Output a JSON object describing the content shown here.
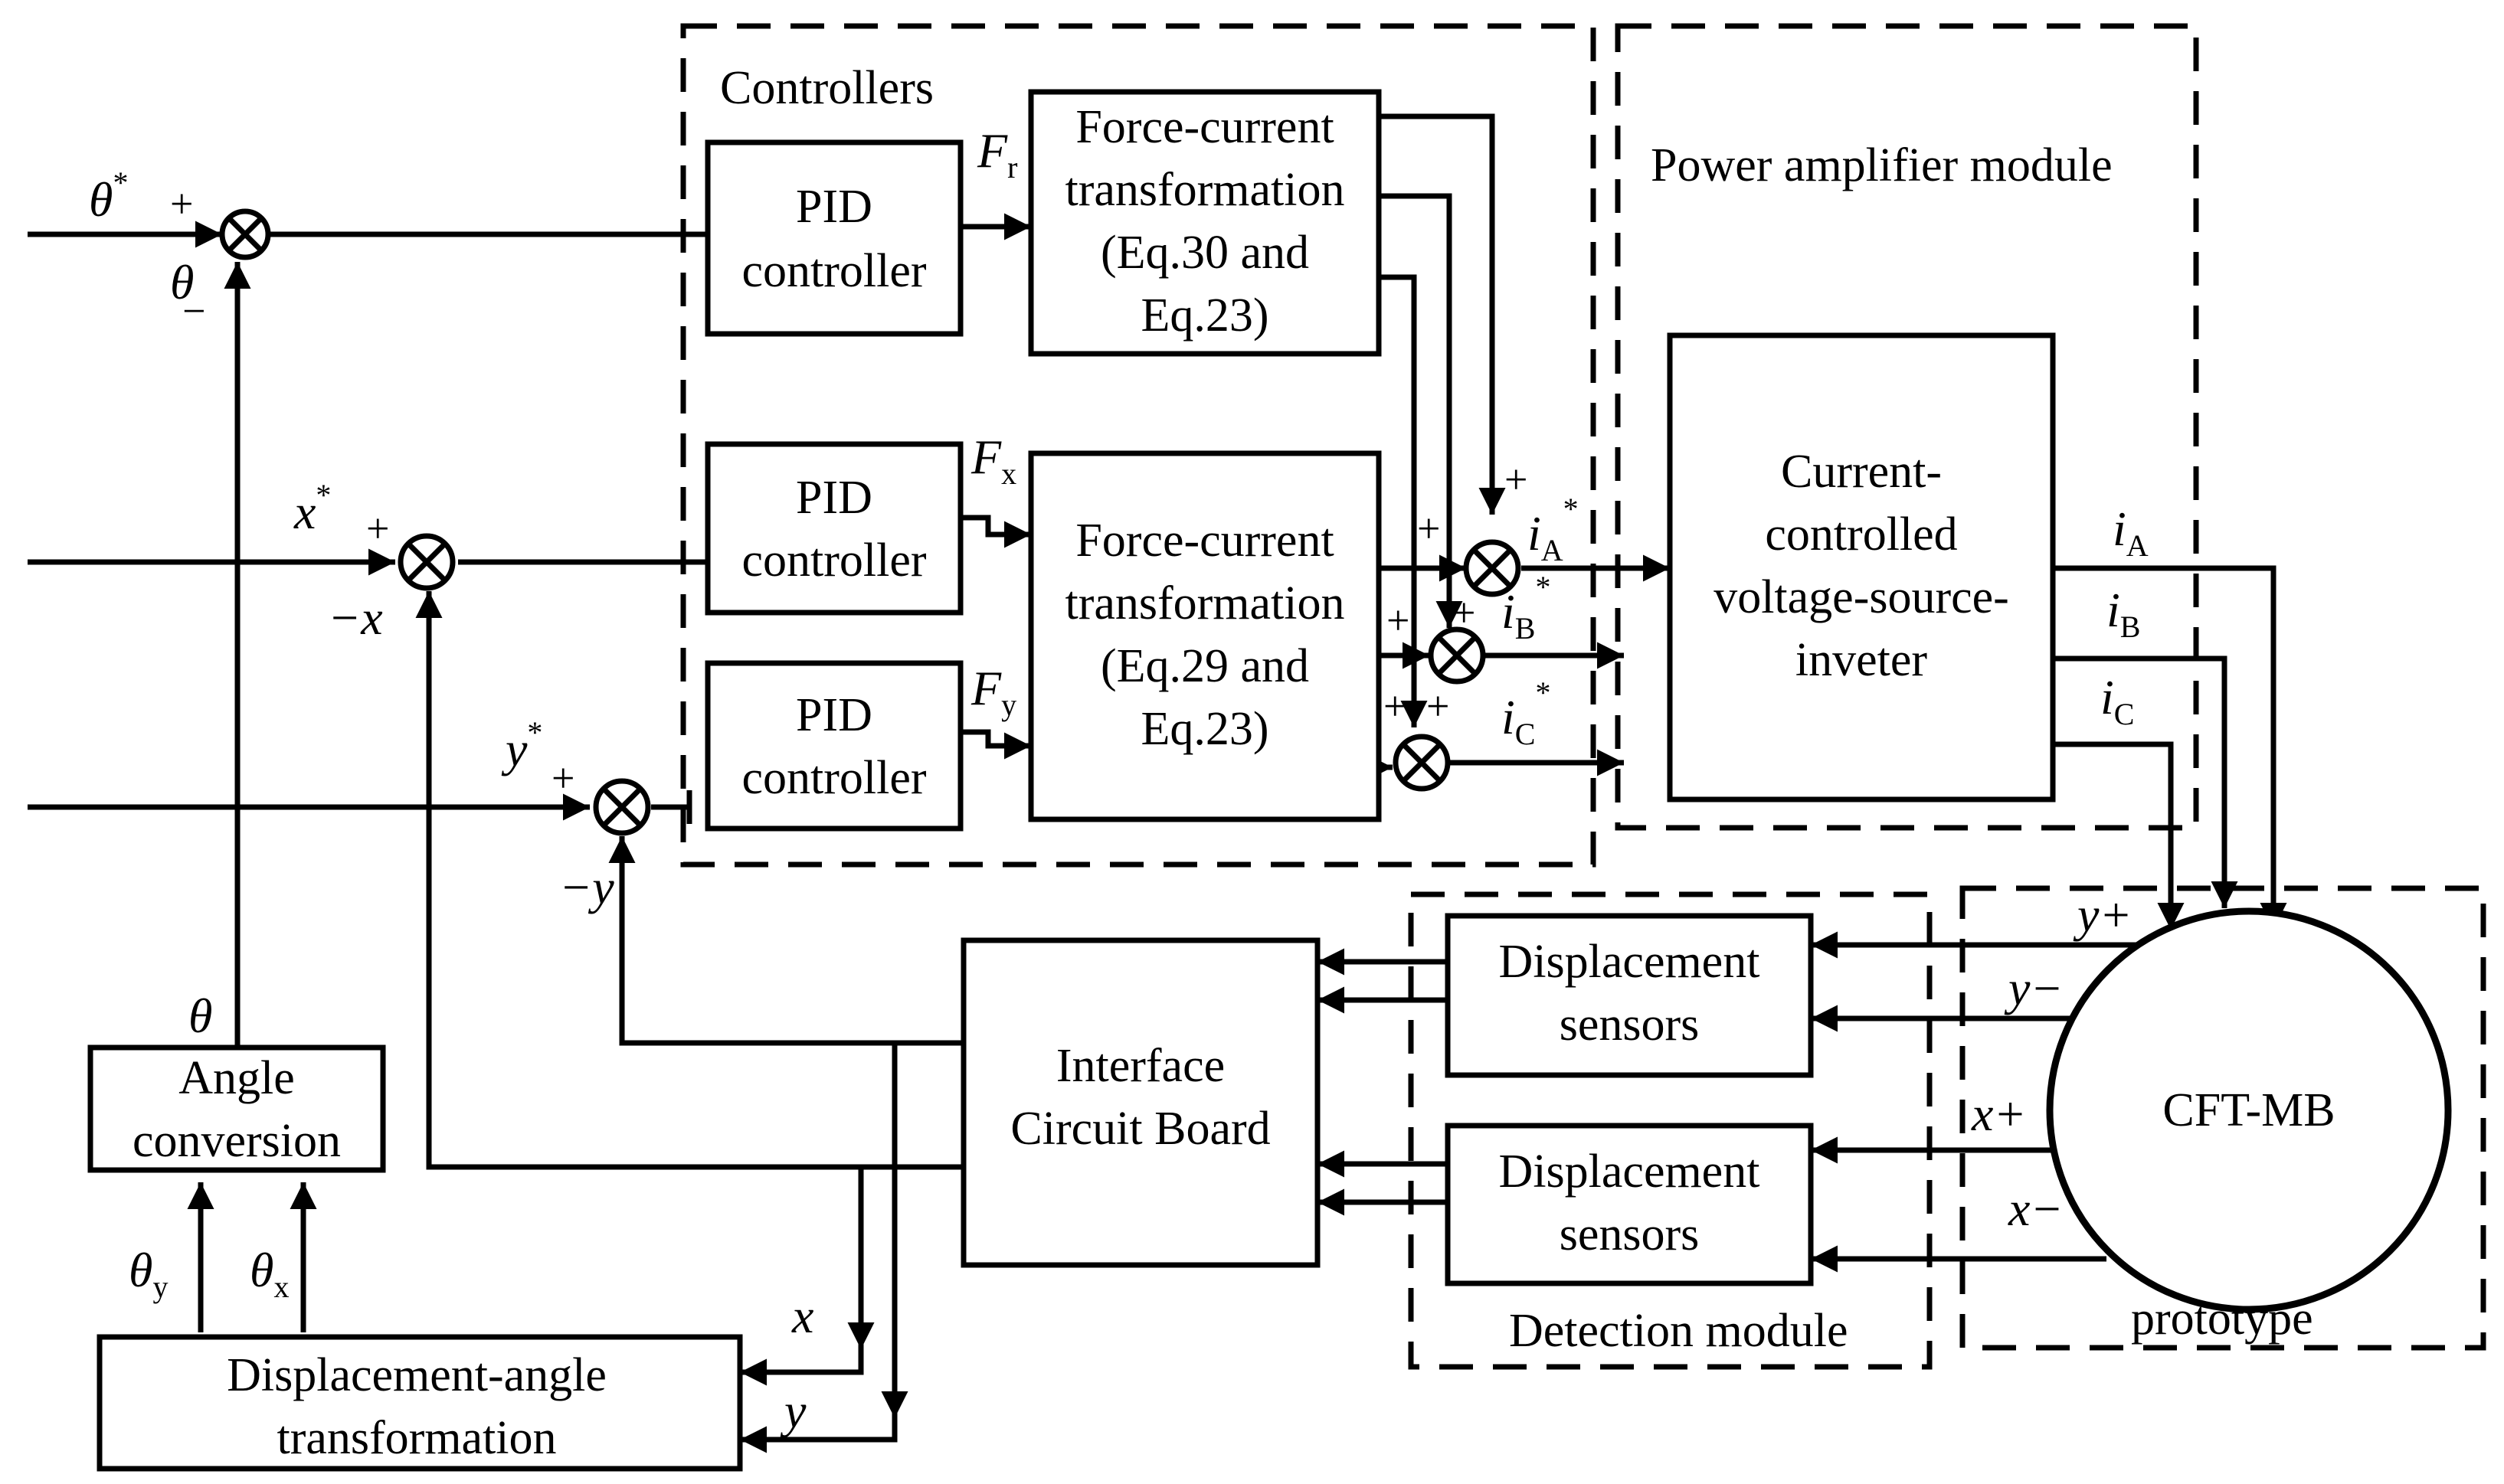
{
  "groups": {
    "controllers": "Controllers",
    "power_amplifier": "Power amplifier module",
    "detection": "Detection module",
    "prototype": "prototype"
  },
  "blocks": {
    "pid_1": [
      "PID",
      "controller"
    ],
    "pid_2": [
      "PID",
      "controller"
    ],
    "pid_3": [
      "PID",
      "controller"
    ],
    "fct_radial": [
      "Force-current",
      "transformation",
      "(Eq.30 and",
      "Eq.23)"
    ],
    "fct_xy": [
      "Force-current",
      "transformation",
      "(Eq.29 and",
      "Eq.23)"
    ],
    "inverter": [
      "Current-",
      "controlled",
      "voltage-source-",
      "inveter"
    ],
    "sensors_y": [
      "Displacement",
      "sensors"
    ],
    "sensors_x": [
      "Displacement",
      "sensors"
    ],
    "interface": [
      "Interface",
      "Circuit Board"
    ],
    "angle_conversion": [
      "Angle",
      "conversion"
    ],
    "disp_angle": [
      "Displacement-angle",
      "transformation"
    ],
    "cft_mb": "CFT-MB"
  },
  "signals": {
    "theta_ref": "θ",
    "star": "*",
    "theta_fb": "θ",
    "theta_node": "θ",
    "x_ref": "x",
    "neg_x": "−x",
    "y_ref": "y",
    "neg_y": "−y",
    "plus": "+",
    "minus": "−",
    "F": "F",
    "Fr_sub": "r",
    "Fx_sub": "x",
    "Fy_sub": "y",
    "i": "i",
    "A": "A",
    "B": "B",
    "C": "C",
    "theta_y": "θ",
    "theta_y_sub": "y",
    "theta_x": "θ",
    "theta_x_sub": "x",
    "x": "x",
    "y": "y",
    "y_plus": "y+",
    "y_minus": "y−",
    "x_plus": "x+",
    "x_minus": "x−"
  }
}
